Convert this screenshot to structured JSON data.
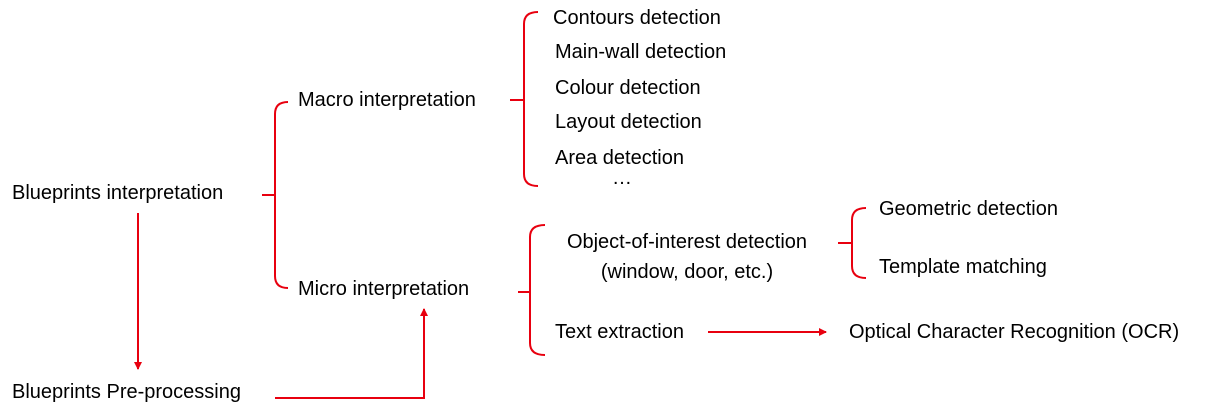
{
  "diagram": {
    "root": "Blueprints interpretation",
    "preprocessing": "Blueprints Pre-processing",
    "macro": {
      "label": "Macro interpretation",
      "children": [
        "Contours detection",
        "Main-wall detection",
        "Colour detection",
        "Layout detection",
        "Area detection",
        "…"
      ]
    },
    "micro": {
      "label": "Micro interpretation",
      "object_detection": {
        "line1": "Object-of-interest detection",
        "line2": "(window, door, etc.)",
        "children": [
          "Geometric detection",
          "Template matching"
        ]
      },
      "text_extraction": "Text extraction",
      "ocr": "Optical Character Recognition (OCR)"
    },
    "colors": {
      "connector": "#e8000f",
      "text": "#000000"
    }
  }
}
